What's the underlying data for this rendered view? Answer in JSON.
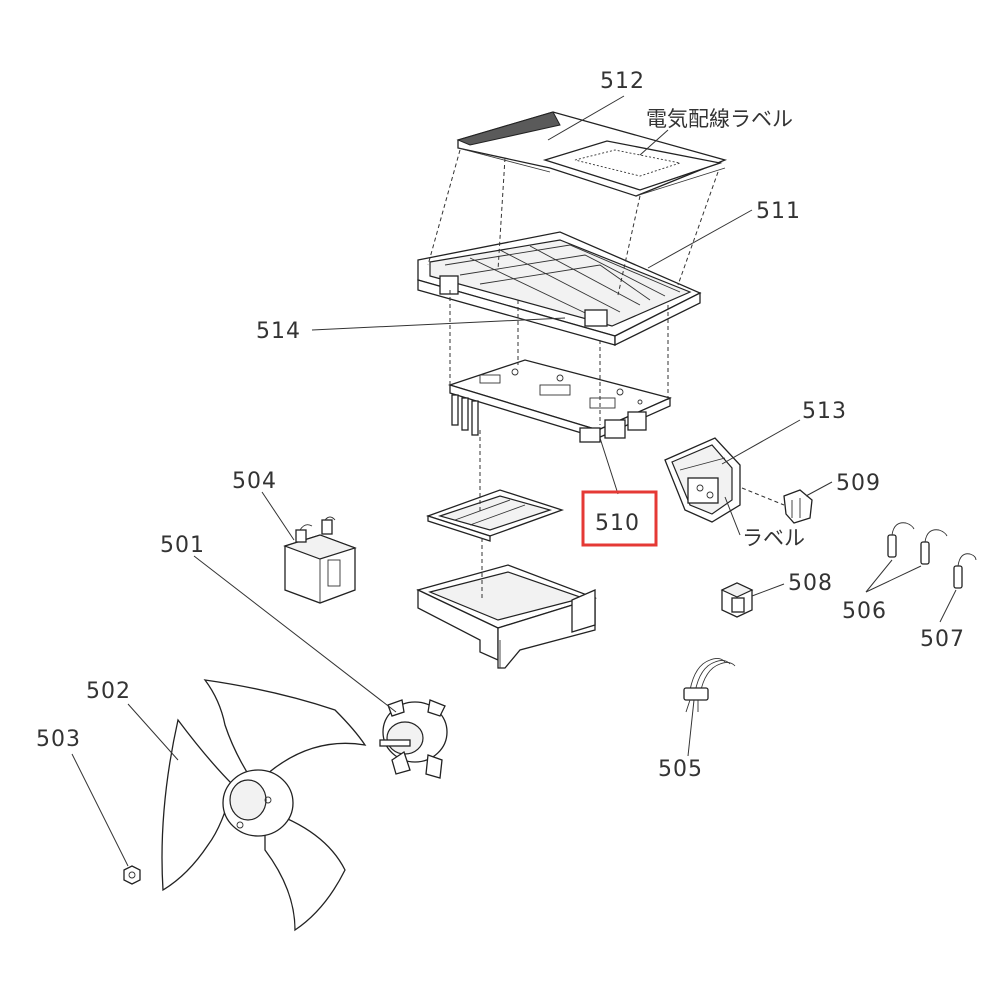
{
  "highlight_color": "#e53935",
  "highlighted_part": "510",
  "labels": {
    "p512": "512",
    "wiring_label": "電気配線ラベル",
    "p511": "511",
    "p514": "514",
    "p513": "513",
    "p509": "509",
    "p510": "510",
    "label_jp": "ラベル",
    "p504": "504",
    "p501": "501",
    "p506": "506",
    "p508": "508",
    "p507": "507",
    "p502": "502",
    "p503": "503",
    "p505": "505"
  },
  "icons": {
    "fan_blade": "fan-blade-icon",
    "fan_motor": "fan-motor-icon",
    "capacitor": "capacitor-icon",
    "circuit_board": "circuit-board-icon"
  }
}
